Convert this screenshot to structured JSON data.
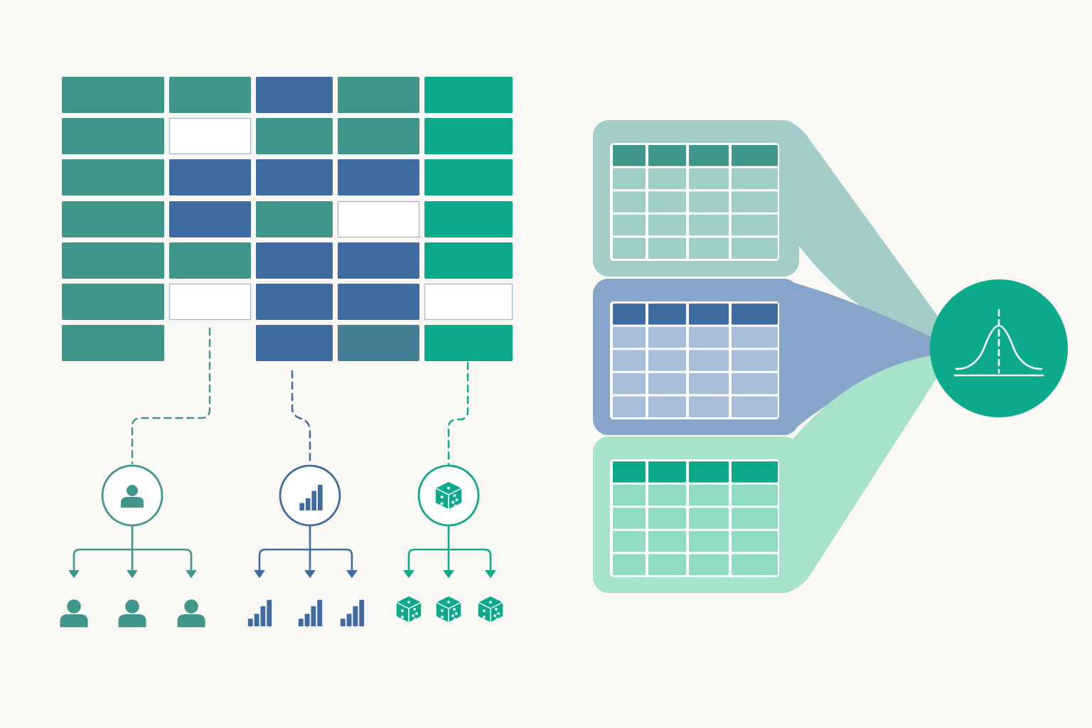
{
  "colors": {
    "background": "#f9f8f5",
    "teal": "#41968b",
    "blue": "#3e6ba1",
    "green": "#0baa8a",
    "steel": "#447f96",
    "missing": "#ffffff",
    "panel_teal": "#a2cdc8",
    "panel_blue": "#86a5c8",
    "panel_green": "#a7e2cb",
    "table_header_teal": "#41968b",
    "table_header_blue": "#3e6ba1",
    "table_header_green": "#0baa8a",
    "table_body_teal": "#a0cec8",
    "table_body_blue": "#a8bfdc",
    "table_body_green": "#90dcc3",
    "pooled_circle": "#0baa8a"
  },
  "data_matrix": {
    "columns": 5,
    "rows": 7,
    "cells": [
      [
        "teal",
        "teal",
        "blue",
        "teal",
        "green"
      ],
      [
        "teal",
        "missing",
        "teal",
        "teal",
        "green"
      ],
      [
        "teal",
        "blue",
        "blue",
        "blue",
        "green"
      ],
      [
        "teal",
        "blue",
        "teal",
        "missing",
        "green"
      ],
      [
        "teal",
        "teal",
        "blue",
        "blue",
        "green"
      ],
      [
        "teal",
        "missing",
        "blue",
        "blue",
        "missing"
      ],
      [
        "teal",
        "empty",
        "blue",
        "steel",
        "green"
      ]
    ]
  },
  "imputation_methods": [
    {
      "icon": "person-icon",
      "color": "teal",
      "copies": 3
    },
    {
      "icon": "bar-chart-icon",
      "color": "blue",
      "copies": 3
    },
    {
      "icon": "dice-icon",
      "color": "green",
      "copies": 3
    }
  ],
  "imputed_datasets": [
    {
      "color": "teal",
      "header_cells": 4,
      "body_rows": 4
    },
    {
      "color": "blue",
      "header_cells": 4,
      "body_rows": 4
    },
    {
      "color": "green",
      "header_cells": 4,
      "body_rows": 4
    }
  ],
  "pooled_result": {
    "icon": "bell-curve-icon"
  }
}
